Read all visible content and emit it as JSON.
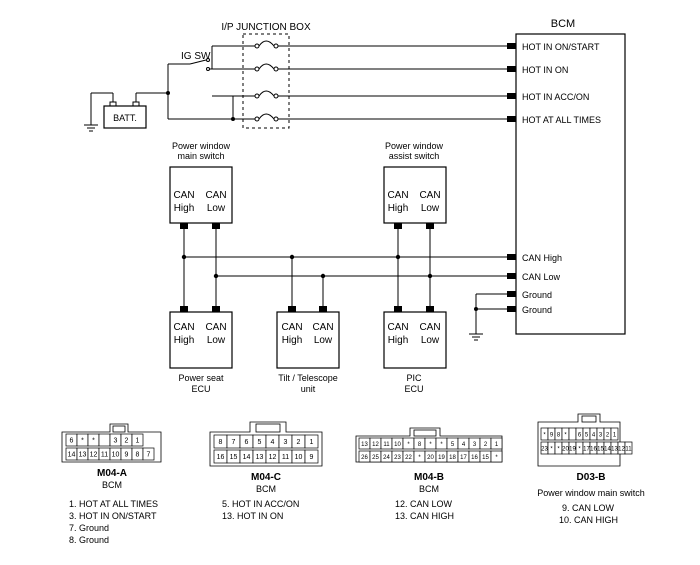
{
  "junction_box": {
    "label": "I/P JUNCTION BOX"
  },
  "ig_sw": {
    "label": "IG SW"
  },
  "battery": {
    "label": "BATT."
  },
  "bcm": {
    "title": "BCM",
    "pins": [
      "HOT IN ON/START",
      "HOT IN ON",
      "HOT IN ACC/ON",
      "HOT AT ALL TIMES",
      "CAN High",
      "CAN Low",
      "Ground",
      "Ground"
    ]
  },
  "can": {
    "high": "High",
    "low": "Low",
    "prefix": "CAN"
  },
  "modules": {
    "main_switch": {
      "line1": "Power window",
      "line2": "main switch"
    },
    "assist_switch": {
      "line1": "Power window",
      "line2": "assist switch"
    },
    "seat_ecu": {
      "line1": "Power seat",
      "line2": "ECU"
    },
    "tilt_unit": {
      "line1": "Tilt / Telescope",
      "line2": "unit"
    },
    "pic_ecu": {
      "line1": "PIC",
      "line2": "ECU"
    }
  },
  "connectors": [
    {
      "id": "M04-A",
      "name": "BCM",
      "pins": [
        "1. HOT AT ALL TIMES",
        "3. HOT IN ON/START",
        "7. Ground",
        "8. Ground"
      ],
      "rows": [
        [
          "6",
          "*",
          "*",
          "",
          "3",
          "2",
          "1"
        ],
        [
          "14",
          "13",
          "12",
          "11",
          "10",
          "9",
          "8",
          "7"
        ]
      ]
    },
    {
      "id": "M04-C",
      "name": "BCM",
      "pins": [
        "5. HOT IN ACC/ON",
        "13. HOT IN ON"
      ],
      "rows": [
        [
          "8",
          "7",
          "6",
          "5",
          "4",
          "3",
          "2",
          "1"
        ],
        [
          "16",
          "15",
          "14",
          "13",
          "12",
          "11",
          "10",
          "9"
        ]
      ]
    },
    {
      "id": "M04-B",
      "name": "BCM",
      "pins": [
        "12. CAN LOW",
        "13. CAN HIGH"
      ],
      "rows": [
        [
          "13",
          "12",
          "11",
          "10",
          "*",
          "8",
          "*",
          "*",
          "5",
          "4",
          "3",
          "2",
          "1"
        ],
        [
          "26",
          "25",
          "24",
          "23",
          "22",
          "*",
          "20",
          "19",
          "18",
          "17",
          "16",
          "15",
          "*"
        ]
      ]
    },
    {
      "id": "D03-B",
      "name": "Power window main switch",
      "pins": [
        "9. CAN LOW",
        "10. CAN HIGH"
      ],
      "rows": [
        [
          "*",
          "9",
          "8",
          "*",
          "",
          "6",
          "5",
          "4",
          "3",
          "2",
          "1"
        ],
        [
          "23",
          "*",
          "*",
          "20",
          "19",
          "*",
          "17",
          "16",
          "15",
          "14",
          "13",
          "12",
          "11"
        ]
      ]
    }
  ]
}
